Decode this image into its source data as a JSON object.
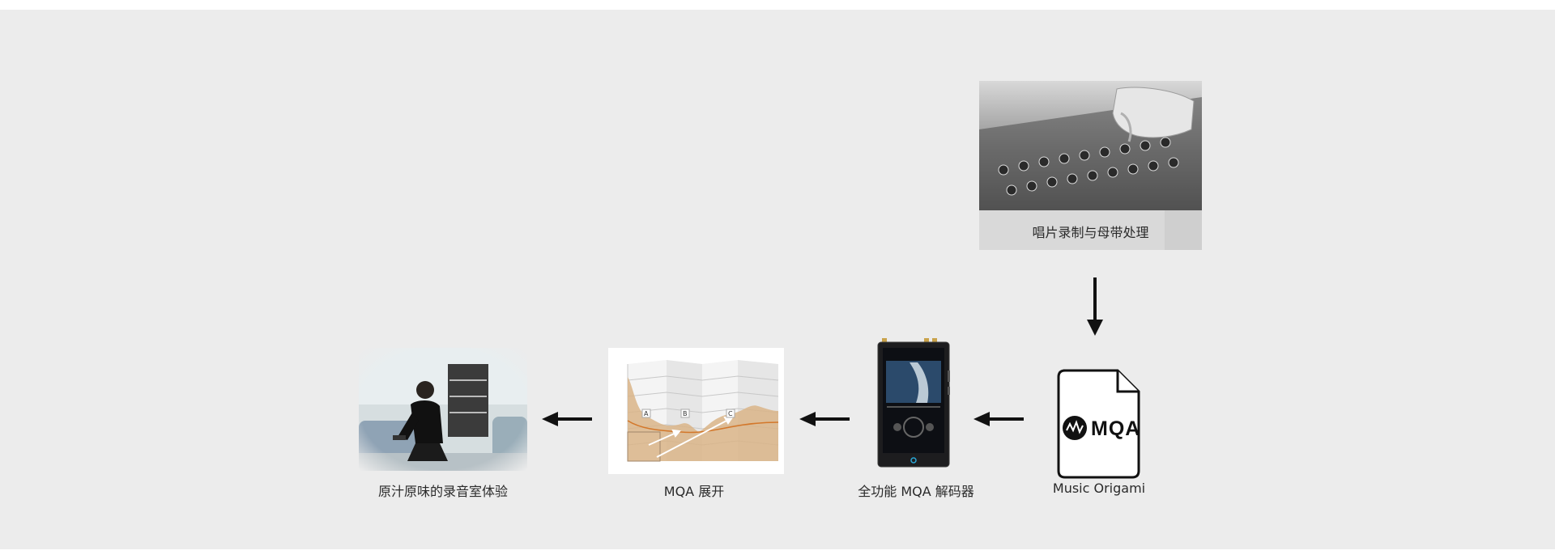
{
  "studio": {
    "label": "唱片录制与母带处理"
  },
  "mqa_file": {
    "logo_text": "MQA",
    "caption": "Music Origami"
  },
  "decoder": {
    "caption": "全功能 MQA 解码器"
  },
  "unfold": {
    "caption": "MQA 展开",
    "chart_data": {
      "type": "area",
      "annotations": [
        "A",
        "B",
        "C"
      ]
    }
  },
  "experience": {
    "caption": "原汁原味的录音室体验"
  },
  "flow": [
    "studio",
    "mqa_file",
    "decoder",
    "unfold",
    "experience"
  ]
}
